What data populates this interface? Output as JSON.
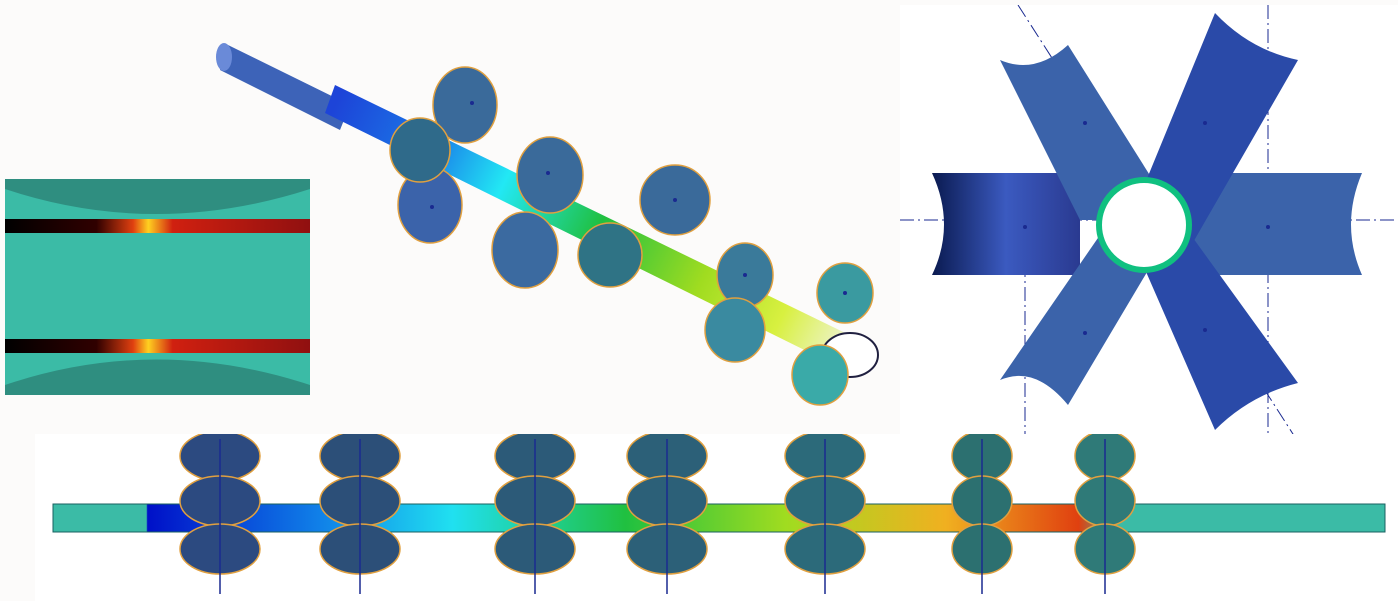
{
  "figure": {
    "views": [
      {
        "id": "isometric-view",
        "kind": "isometric roll-forming stand assembly"
      },
      {
        "id": "cross-section-view",
        "kind": "tube wall section with stress contour"
      },
      {
        "id": "end-view",
        "kind": "six-roll stand end view"
      },
      {
        "id": "side-view",
        "kind": "side view of stands along tube"
      }
    ],
    "colors": {
      "roll_blue": "#3b63aa",
      "roll_teal": "#2f7385",
      "roll_edge": "#e0a040",
      "tube_teal": "#3bbba6",
      "contour": [
        "#0010c0",
        "#1070e0",
        "#20e0f0",
        "#20c040",
        "#a0e020",
        "#f0c020",
        "#f07010",
        "#d02010"
      ],
      "centerline": "#1a2a90",
      "green_ring": "#10c080"
    }
  }
}
